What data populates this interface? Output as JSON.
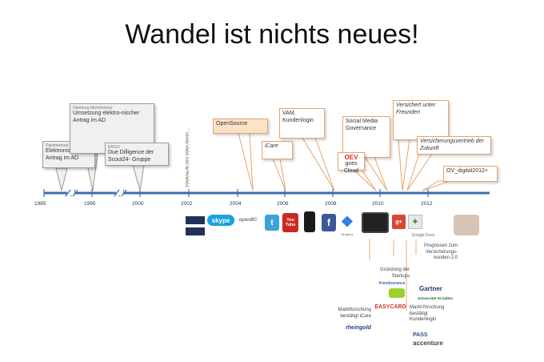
{
  "title": "Wandel ist nichts neues!",
  "years": [
    "1985",
    "1995",
    "2000",
    "2002",
    "2004",
    "2006",
    "2008",
    "2010",
    "2012"
  ],
  "vertical_note": "Gründung der DEV Online Dienste",
  "callouts_gray": [
    {
      "small": "Diplomarbeit",
      "text": "Elektronischer Antrag im AD"
    },
    {
      "small": "Hamburg Mannheimer",
      "text": "Umsetzung elektro-nischer Antrag im AD"
    },
    {
      "small": "ERGO",
      "text": "Due Dilligence der Scout24- Gruppe"
    }
  ],
  "callouts_orange": [
    {
      "text": "OpenSource"
    },
    {
      "text": "iCare"
    },
    {
      "text": "VAM, Kundenlogin"
    },
    {
      "text": "Social Media Governance"
    },
    {
      "brand": "OEV",
      "text": "goes Cloud"
    },
    {
      "text": "Versichert unter Freunden"
    },
    {
      "text": "Versicherungsvertrieb der Zukunft"
    },
    {
      "text": "OV_digital2012+"
    }
  ],
  "notes": {
    "startups": "Gründung der Startups",
    "icare": "Marktforschung bestätigt iCare",
    "prognosen": "Prognosen zum Versicherungs-kunden 2.0",
    "kundenlogin": "Markt-forschung bestätigt Kundenlogin"
  },
  "logos": {
    "skype": "skype",
    "openbc": "openBC",
    "youtube": "You Tube",
    "dropbox": "Dropbox",
    "googleplus": "g+",
    "googledocs": "Google Docs",
    "friendsurance": "friendsurance",
    "easycard": "EASYCARD",
    "rheingold": "rheingold",
    "gartner": "Gartner",
    "stgallen": "Universität St.Gallen",
    "pass": "PASS",
    "accenture": "accenture"
  },
  "colors": {
    "timeline": "#3f6fb0",
    "orange_border": "#e4a46a",
    "orange_fill": "#fbe2c6",
    "gray_border": "#9a9a9a"
  }
}
